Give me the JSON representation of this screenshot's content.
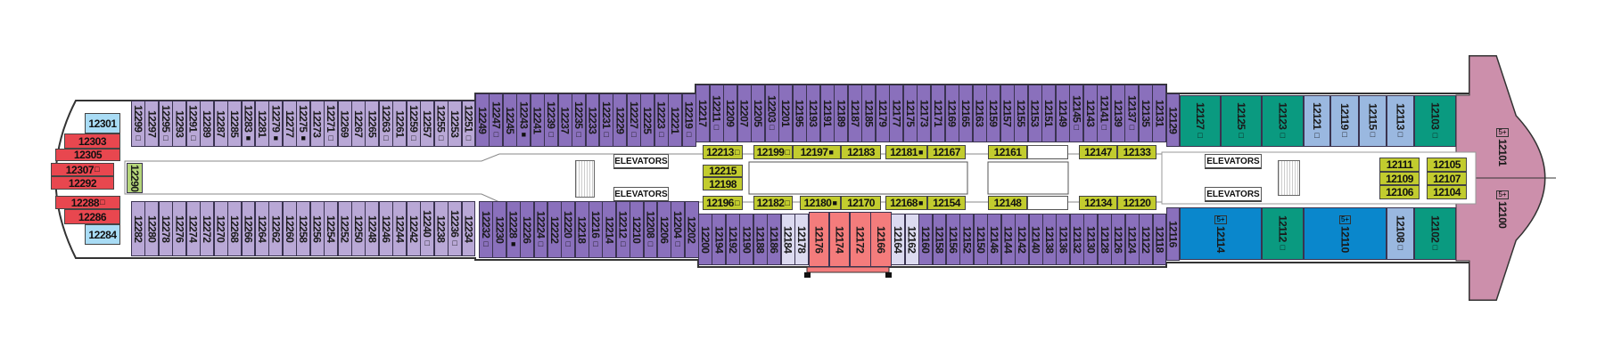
{
  "colors": {
    "lavender_light": "#b9a8d6",
    "purple": "#8a70bc",
    "yellow_green": "#c2cc2e",
    "red": "#e8474f",
    "sky_blue": "#a9dcf5",
    "teal": "#0a9a80",
    "blue": "#0a87cc",
    "pale_blue": "#9ab8e0",
    "pink": "#cc8fab",
    "salmon": "#f47c7c",
    "pale_lavender": "#dcdaf0"
  },
  "labels": {
    "elevators": "ELEVATORS",
    "family_badge": "5+"
  },
  "stern": {
    "cabins": [
      "12301",
      "12303",
      "12305",
      "12307",
      "12292",
      "12288",
      "12286",
      "12284"
    ],
    "corridor_cabin": "12290"
  },
  "top_aft": [
    "12299",
    "12297",
    "12295",
    "12293",
    "12291",
    "12289",
    "12287",
    "12285",
    "12283",
    "12281",
    "12279",
    "12277",
    "12275",
    "12273",
    "12271",
    "12269",
    "12267",
    "12265",
    "12263",
    "12261",
    "12259",
    "12257",
    "12255",
    "12253",
    "12251"
  ],
  "top_mid_aft": [
    "12249",
    "12247",
    "12245",
    "12243",
    "12241",
    "12239",
    "12237",
    "12235",
    "12233",
    "12231",
    "12229",
    "12227",
    "12225",
    "12223",
    "12221",
    "12219"
  ],
  "top_mid": [
    "12217",
    "12211",
    "12209",
    "12207",
    "12205",
    "12203",
    "12201",
    "12195",
    "12193",
    "12191",
    "12189",
    "12187",
    "12185",
    "12179",
    "12177",
    "12175",
    "12173",
    "12171",
    "12169",
    "12165",
    "12163",
    "12159",
    "12157",
    "12155",
    "12153",
    "12151",
    "12149",
    "12145",
    "12143",
    "12141",
    "12139",
    "12137",
    "12135",
    "12131",
    "12129"
  ],
  "bottom_aft": [
    "12282",
    "12280",
    "12278",
    "12276",
    "12274",
    "12272",
    "12270",
    "12268",
    "12266",
    "12264",
    "12262",
    "12260",
    "12258",
    "12256",
    "12254",
    "12252",
    "12250",
    "12248",
    "12246",
    "12244",
    "12242",
    "12240",
    "12238",
    "12236",
    "12234"
  ],
  "bottom_mid_aft": [
    "12232",
    "12230",
    "12228",
    "12226",
    "12224",
    "12222",
    "12220",
    "12218",
    "12216",
    "12214",
    "12212",
    "12210",
    "12208",
    "12206",
    "12204",
    "12202"
  ],
  "bottom_mid": [
    {
      "number": "12200",
      "category": "purple"
    },
    {
      "number": "12194",
      "category": "purple"
    },
    {
      "number": "12192",
      "category": "purple"
    },
    {
      "number": "12190",
      "category": "purple"
    },
    {
      "number": "12188",
      "category": "purple"
    },
    {
      "number": "12186",
      "category": "purple"
    },
    {
      "number": "12184",
      "category": "pale_lavender"
    },
    {
      "number": "12178",
      "category": "pale_lavender"
    },
    {
      "number": "12176",
      "category": "salmon"
    },
    {
      "number": "12174",
      "category": "salmon"
    },
    {
      "number": "12172",
      "category": "salmon"
    },
    {
      "number": "12166",
      "category": "salmon"
    },
    {
      "number": "12164",
      "category": "pale_lavender"
    },
    {
      "number": "12162",
      "category": "pale_lavender"
    },
    {
      "number": "12160",
      "category": "purple"
    },
    {
      "number": "12158",
      "category": "purple"
    },
    {
      "number": "12156",
      "category": "purple"
    },
    {
      "number": "12152",
      "category": "purple"
    },
    {
      "number": "12150",
      "category": "purple"
    },
    {
      "number": "12146",
      "category": "purple"
    },
    {
      "number": "12144",
      "category": "purple"
    },
    {
      "number": "12142",
      "category": "purple"
    },
    {
      "number": "12140",
      "category": "purple"
    },
    {
      "number": "12138",
      "category": "purple"
    },
    {
      "number": "12136",
      "category": "purple"
    },
    {
      "number": "12132",
      "category": "purple"
    },
    {
      "number": "12130",
      "category": "purple"
    },
    {
      "number": "12128",
      "category": "purple"
    },
    {
      "number": "12126",
      "category": "purple"
    },
    {
      "number": "12124",
      "category": "purple"
    },
    {
      "number": "12122",
      "category": "purple"
    },
    {
      "number": "12118",
      "category": "purple"
    },
    {
      "number": "12116",
      "category": "purple"
    }
  ],
  "forward_top": [
    {
      "number": "12127",
      "category": "teal"
    },
    {
      "number": "12125",
      "category": "teal"
    },
    {
      "number": "12123",
      "category": "teal"
    },
    {
      "number": "12121",
      "category": "pale_blue"
    },
    {
      "number": "12119",
      "category": "pale_blue"
    },
    {
      "number": "12115",
      "category": "pale_blue"
    },
    {
      "number": "12113",
      "category": "pale_blue"
    },
    {
      "number": "12103",
      "category": "teal"
    }
  ],
  "forward_bottom": [
    {
      "number": "12114",
      "category": "blue"
    },
    {
      "number": "12112",
      "category": "teal"
    },
    {
      "number": "12110",
      "category": "blue"
    },
    {
      "number": "12108",
      "category": "pale_blue"
    },
    {
      "number": "12102",
      "category": "teal"
    }
  ],
  "bow": [
    "12101",
    "12100"
  ],
  "inner_cabins": [
    "12213",
    "12199",
    "12197",
    "12183",
    "12181",
    "12167",
    "12161",
    "12147",
    "12133",
    "12215",
    "12198",
    "12196",
    "12182",
    "12180",
    "12170",
    "12168",
    "12154",
    "12148",
    "12134",
    "12120",
    "12111",
    "12109",
    "12106",
    "12105",
    "12107",
    "12104"
  ],
  "symbols": {
    "12299": "□",
    "12295": "□",
    "12291": "□",
    "12283": "■",
    "12279": "■",
    "12275": "■",
    "12271": "□",
    "12263": "□",
    "12259": "□",
    "12255": "□",
    "12251": "□",
    "12247": "□",
    "12243": "■",
    "12239": "□",
    "12235": "□",
    "12231": "□",
    "12227": "□",
    "12223": "□",
    "12219": "□",
    "12211": "□",
    "12203": "□",
    "12145": "□",
    "12141": "□",
    "12137": "□",
    "12240": "□",
    "12236": "□",
    "12232": "□",
    "12228": "■",
    "12224": "□",
    "12220": "□",
    "12216": "□",
    "12212": "□",
    "12208": "□",
    "12204": "□",
    "12127": "□",
    "12125": "□",
    "12123": "□",
    "12121": "□",
    "12119": "□",
    "12115": "□",
    "12113": "□",
    "12103": "□",
    "12112": "□",
    "12108": "□",
    "12102": "□",
    "12213": "□",
    "12199": "□",
    "12197": "■",
    "12181": "■",
    "12196": "□",
    "12182": "□",
    "12180": "■",
    "12168": "■",
    "12307": "□",
    "12288": "□"
  },
  "family_cabins": [
    "12114",
    "12110",
    "12101",
    "12100"
  ]
}
